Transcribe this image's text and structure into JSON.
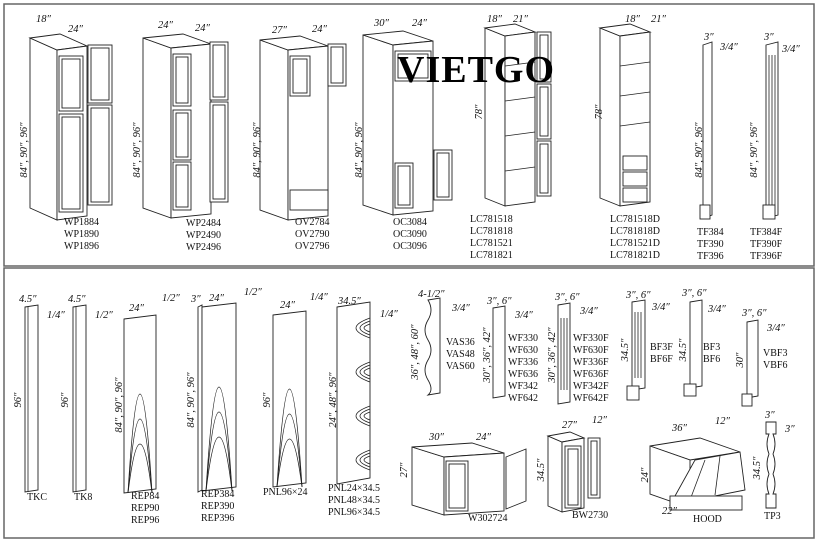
{
  "watermark": "VIETGO",
  "top": {
    "wp18": {
      "d1": "18″",
      "d2": "24″",
      "h": "84″, 90″, 96″",
      "labels": [
        "WP1884",
        "WP1890",
        "WP1896"
      ]
    },
    "wp24": {
      "d1": "24″",
      "d2": "24″",
      "h": "84″, 90″, 96″",
      "labels": [
        "WP2484",
        "WP2490",
        "WP2496"
      ]
    },
    "ov": {
      "d1": "27″",
      "d2": "24″",
      "h": "84″, 90″, 96″",
      "labels": [
        "OV2784",
        "OV2790",
        "OV2796"
      ]
    },
    "oc": {
      "d1": "30″",
      "d2": "24″",
      "h": "84″, 90″, 96″",
      "labels": [
        "OC3084",
        "OC3090",
        "OC3096"
      ]
    },
    "lc": {
      "d1": "18″",
      "d2": "21″",
      "h": "78″",
      "labels": [
        "LC781518",
        "LC781818",
        "LC781521",
        "LC781821"
      ]
    },
    "lcd": {
      "d1": "18″",
      "d2": "21″",
      "h": "78″",
      "labels": [
        "LC781518D",
        "LC781818D",
        "LC781521D",
        "LC781821D"
      ]
    },
    "tf": {
      "d1": "3″",
      "d2": "3/4″",
      "h": "84″, 90″, 96″",
      "labels": [
        "TF384",
        "TF390",
        "TF396"
      ]
    },
    "tff": {
      "d1": "3″",
      "d2": "3/4″",
      "h": "84″, 90″, 96″",
      "labels": [
        "TF384F",
        "TF390F",
        "TF396F"
      ]
    }
  },
  "bottom": {
    "tkc": {
      "d1": "4.5″",
      "d2": "1/4″",
      "h": "96″",
      "labels": [
        "TKC"
      ]
    },
    "tk8": {
      "d1": "4.5″",
      "d2": "1/2″",
      "h": "96″",
      "labels": [
        "TK8"
      ]
    },
    "rep": {
      "d1": "24″",
      "d2": "1/2″",
      "h": "84″, 90″, 96″",
      "labels": [
        "REP84",
        "REP90",
        "REP96"
      ]
    },
    "rep3": {
      "d0": "3″",
      "d1": "24″",
      "d2": "1/2″",
      "h": "84″, 90″, 96″",
      "labels": [
        "REP384",
        "REP390",
        "REP396"
      ]
    },
    "pnl96": {
      "d1": "24″",
      "d2": "1/4″",
      "h": "96″",
      "labels": [
        "PNL96×24"
      ]
    },
    "pnl345": {
      "d1": "34.5″",
      "d2": "1/4″",
      "h": "24″, 48″, 96″",
      "labels": [
        "PNL24×34.5",
        "PNL48×34.5",
        "PNL96×34.5"
      ]
    },
    "vas": {
      "d1": "4-1/2″",
      "d2": "3/4″",
      "h": "36″, 48″, 60″",
      "labels": [
        "VAS36",
        "VAS48",
        "VAS60"
      ]
    },
    "wf": {
      "d1": "3″, 6″",
      "d2": "3/4″",
      "h": "30″, 36″, 42″",
      "labels": [
        "WF330",
        "WF630",
        "WF336",
        "WF636",
        "WF342",
        "WF642"
      ]
    },
    "wff": {
      "d1": "3″, 6″",
      "d2": "3/4″",
      "h": "30″, 36″, 42″",
      "labels": [
        "WF330F",
        "WF630F",
        "WF336F",
        "WF636F",
        "WF342F",
        "WF642F"
      ]
    },
    "bff": {
      "d1": "3″, 6″",
      "d2": "3/4″",
      "h": "34.5″",
      "labels": [
        "BF3F",
        "BF6F"
      ]
    },
    "bf": {
      "d1": "3″, 6″",
      "d2": "3/4″",
      "h": "34.5″",
      "labels": [
        "BF3",
        "BF6"
      ]
    },
    "vbf": {
      "d1": "3″, 6″",
      "d2": "3/4″",
      "h": "30″",
      "labels": [
        "VBF3",
        "VBF6"
      ]
    },
    "w30": {
      "d1": "30″",
      "d2": "24″",
      "h": "27″",
      "labels": [
        "W302724"
      ]
    },
    "bw": {
      "d1": "27″",
      "d2": "12″",
      "h": "34.5″",
      "labels": [
        "BW2730"
      ]
    },
    "hood": {
      "d1": "36″",
      "d2": "12″",
      "h": "24″",
      "d3": "22″",
      "labels": [
        "HOOD"
      ]
    },
    "tp3": {
      "d1": "3″",
      "d2": "3″",
      "h": "34.5″",
      "labels": [
        "TP3"
      ]
    }
  }
}
